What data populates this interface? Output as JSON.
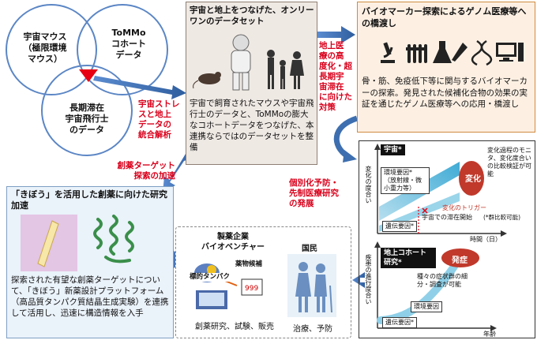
{
  "venn": {
    "mouse": "宇宙マウス\n（極限環境\nマウス）",
    "tommo": "ToMMo\nコホート\nデータ",
    "astronaut": "長期滞在\n宇宙飛行士\nのデータ"
  },
  "integration_label": "宇宙ストレ\nスと地上\nデータの\n統合解析",
  "center_box": {
    "title": "宇宙と地上をつなげた、オンリーワンのデータセット",
    "body": "宇宙で飼育されたマウスや宇宙飛行士のデータと、ToMMoの膨大なコホートデータをつなげた、本連携ならではのデータセットを整備"
  },
  "aging_label": "地上医\n療の高\n度化・超\n長期宇\n宙滞在\nに向けた\n対策",
  "biomarker_box": {
    "title": "バイオマーカー探索によるゲノム医療等への橋渡し",
    "icons": [
      "microscope-icon",
      "test-tubes-icon",
      "flask-icon",
      "pipette-icon",
      "dna-icon",
      "computer-icon"
    ],
    "body": "骨・筋、免疫低下等に関与するバイオマーカーの探索。発見された候補化合物の効果の実証を通じたゲノム医療等への応用・橋渡し"
  },
  "drug_target_label": "創薬ターゲット\n探索の加速",
  "kibo_box": {
    "title": "「きぼう」を活用した創薬に向けた研究加速",
    "body": "探索された有望な創薬ターゲットについて、「きぼう」新薬設計プラットフォーム（高品質タンパク質結晶生成実験）を連携して活用し、迅速に構造情報を入手"
  },
  "pharma_box": {
    "company_label": "製薬企業\nバイオベンチャー",
    "target_protein": "標的タンパク",
    "drug_candidate": "薬物候補",
    "company_caption": "創薬研究、試験、販売",
    "citizen_label": "国民",
    "citizen_caption": "治療、予防"
  },
  "personalized_label": "個別化予防・\n先制医療研究\nの発展",
  "graph_space": {
    "tag": "宇宙*",
    "y_axis": "変化の度合い",
    "env_factor": "環境要因*\n（放射線・微小重力等）",
    "genetic_factor": "遺伝要因*",
    "change_label": "変化",
    "trigger_label": "変化のトリガー",
    "start_label": "宇宙での滞在開始",
    "x_axis": "時間（日）",
    "note": "変化過程のモニタ、変化度合いの比較検証が可能",
    "note2": "(*群比較可能)"
  },
  "graph_ground": {
    "tag": "地上コホート研究*",
    "y_axis": "疾患の進行度合い",
    "onset_label": "発症",
    "note": "種々の症状群の細分・調査が可能",
    "env_factor": "環境要因",
    "genetic_factor": "遺伝要因*",
    "x_axis": "年齢"
  },
  "colors": {
    "accent_red": "#d9001b",
    "arrow_blue": "#3d6fb0",
    "venn_red": "#e60012",
    "onset_red": "#c0392b"
  }
}
